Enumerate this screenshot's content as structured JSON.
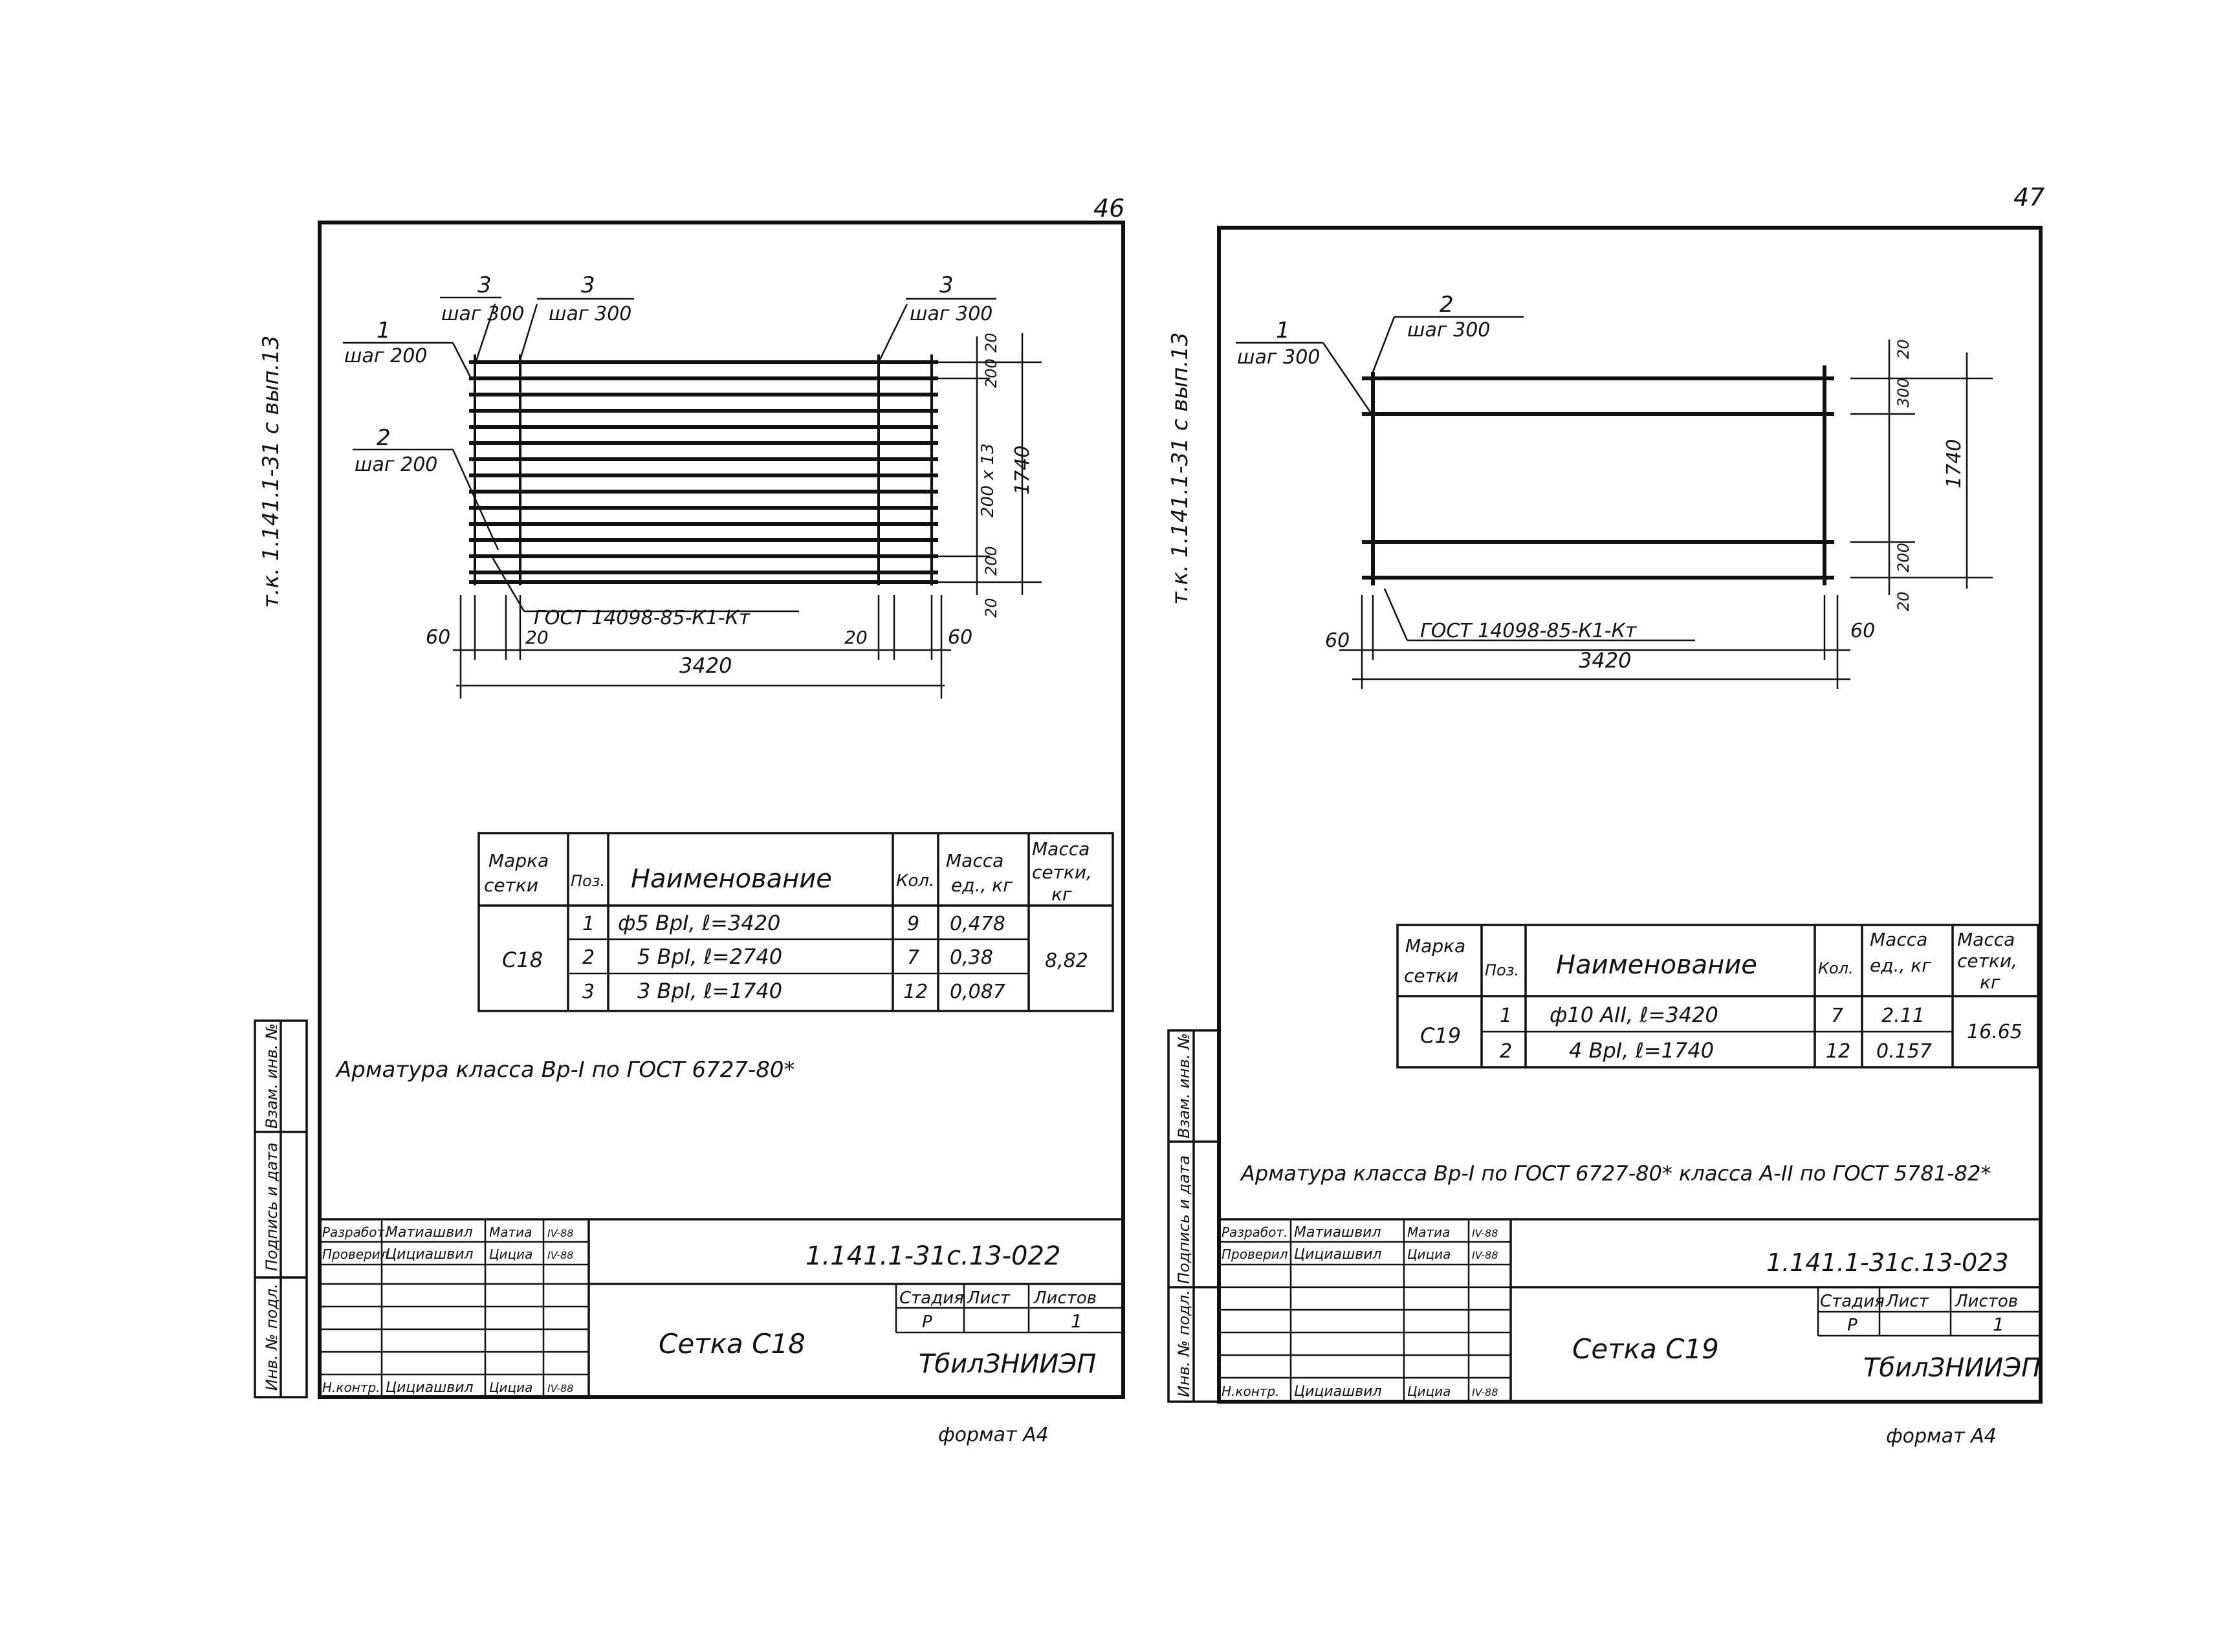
{
  "sheets": [
    {
      "page_number": "46",
      "series_label": "т.к. 1.141.1-31 с  вып.13",
      "callouts": {
        "pos3_left": {
          "num": "3",
          "step": "шаг 300"
        },
        "pos3_mid": {
          "num": "3",
          "step": "шаг 300"
        },
        "pos3_right": {
          "num": "3",
          "step": "шаг 300"
        },
        "pos1": {
          "num": "1",
          "step": "шаг 200"
        },
        "pos2": {
          "num": "2",
          "step": "шаг 200"
        }
      },
      "gost_note": "ГОСТ 14098-85-К1-Кт",
      "dims": {
        "top20": "20",
        "s200a": "200",
        "s200x13": "200 x 13",
        "v1740": "1740",
        "s200b": "200",
        "bot20": "20",
        "left60": "60",
        "left20": "20",
        "right20": "20",
        "right60": "60",
        "total": "3420"
      },
      "table": {
        "headers": {
          "mark": "Марка сетки",
          "pos": "Поз.",
          "name": "Наименование",
          "qty": "Кол.",
          "unit_mass": "Масса ед., кг",
          "net_mass": "Масса сетки, кг"
        },
        "mark": "С18",
        "net_mass": "8,82",
        "rows": [
          {
            "pos": "1",
            "name": "ф5 ВрI,   ℓ=3420",
            "qty": "9",
            "mass": "0,478"
          },
          {
            "pos": "2",
            "name": "5 ВрI,   ℓ=2740",
            "qty": "7",
            "mass": "0,38"
          },
          {
            "pos": "3",
            "name": "3 ВрI,   ℓ=1740",
            "qty": "12",
            "mass": "0,087"
          }
        ]
      },
      "note": "Арматура класса Вр-I по ГОСТ 6727-80*",
      "side_labels": [
        "Взам. инв. №",
        "Подпись и дата",
        "Инв. № подл."
      ],
      "title_block": {
        "code": "1.141.1-31с.13-022",
        "title": "Сетка С18",
        "org": "ТбилЗНИИЭП",
        "stage_h": "Стадия",
        "sheet_h": "Лист",
        "sheets_h": "Листов",
        "stage": "Р",
        "sheet": "",
        "sheets": "1",
        "rows": [
          {
            "role": "Разработ.",
            "name": "Матиашвил",
            "sign": "Матиа",
            "date": "IV-88"
          },
          {
            "role": "Проверил",
            "name": "Цициашвил",
            "sign": "Цициа",
            "date": "IV-88"
          },
          {
            "role": "Н.контр.",
            "name": "Цициашвил",
            "sign": "Цициа",
            "date": "IV-88"
          }
        ]
      },
      "format": "формат А4"
    },
    {
      "page_number": "47",
      "series_label": "т.к. 1.141.1-31 с  вып.13",
      "callouts": {
        "pos1": {
          "num": "1",
          "step": "шаг 300"
        },
        "pos2": {
          "num": "2",
          "step": "шаг 300"
        }
      },
      "gost_note": "ГОСТ 14098-85-К1-Кт",
      "dims": {
        "top20": "20",
        "s300": "300",
        "v1740": "1740",
        "s200": "200",
        "bot20": "20",
        "left60": "60",
        "right60": "60",
        "total": "3420"
      },
      "table": {
        "headers": {
          "mark": "Марка сетки",
          "pos": "Поз.",
          "name": "Наименование",
          "qty": "Кол.",
          "unit_mass": "Масса ед., кг",
          "net_mass": "Масса сетки, кг"
        },
        "mark": "С19",
        "net_mass": "16.65",
        "rows": [
          {
            "pos": "1",
            "name": "ф10 АII,  ℓ=3420",
            "qty": "7",
            "mass": "2.11"
          },
          {
            "pos": "2",
            "name": "4 ВрI,  ℓ=1740",
            "qty": "12",
            "mass": "0.157"
          }
        ]
      },
      "note": "Арматура класса Вр-I по ГОСТ 6727-80* класса А-II по ГОСТ 5781-82*",
      "side_labels": [
        "Взам. инв. №",
        "Подпись и дата",
        "Инв. № подл."
      ],
      "title_block": {
        "code": "1.141.1-31с.13-023",
        "title": "Сетка С19",
        "org": "ТбилЗНИИЭП",
        "stage_h": "Стадия",
        "sheet_h": "Лист",
        "sheets_h": "Листов",
        "stage": "Р",
        "sheet": "",
        "sheets": "1",
        "rows": [
          {
            "role": "Разработ.",
            "name": "Матиашвил",
            "sign": "Матиа",
            "date": "IV-88"
          },
          {
            "role": "Проверил",
            "name": "Цициашвил",
            "sign": "Цициа",
            "date": "IV-88"
          },
          {
            "role": "Н.контр.",
            "name": "Цициашвил",
            "sign": "Цициа",
            "date": "IV-88"
          }
        ]
      },
      "format": "формат А4"
    }
  ]
}
